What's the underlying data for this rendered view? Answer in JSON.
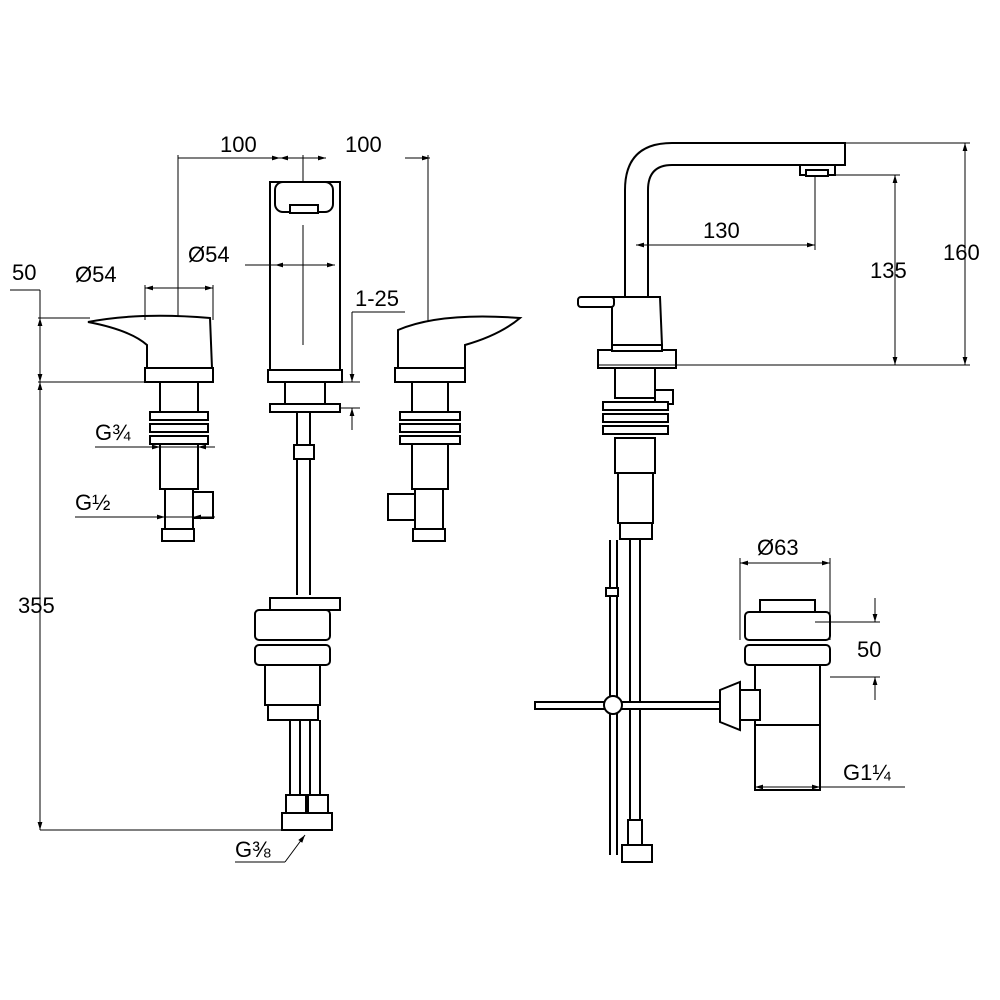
{
  "drawing": {
    "front_view": {
      "spacing_left": "100",
      "spacing_right": "100",
      "handle_diameter": "Ø54",
      "spout_diameter": "Ø54",
      "handle_height": "50",
      "deck_thickness": "1-25",
      "valve_thread": "G¾",
      "inlet_thread": "G½",
      "total_depth": "355",
      "hose_thread": "G⅜"
    },
    "side_view": {
      "spout_reach": "130",
      "aerator_height": "135",
      "spout_height": "160",
      "drain_diameter": "Ø63",
      "drain_height": "50",
      "drain_thread": "G1¼"
    }
  }
}
